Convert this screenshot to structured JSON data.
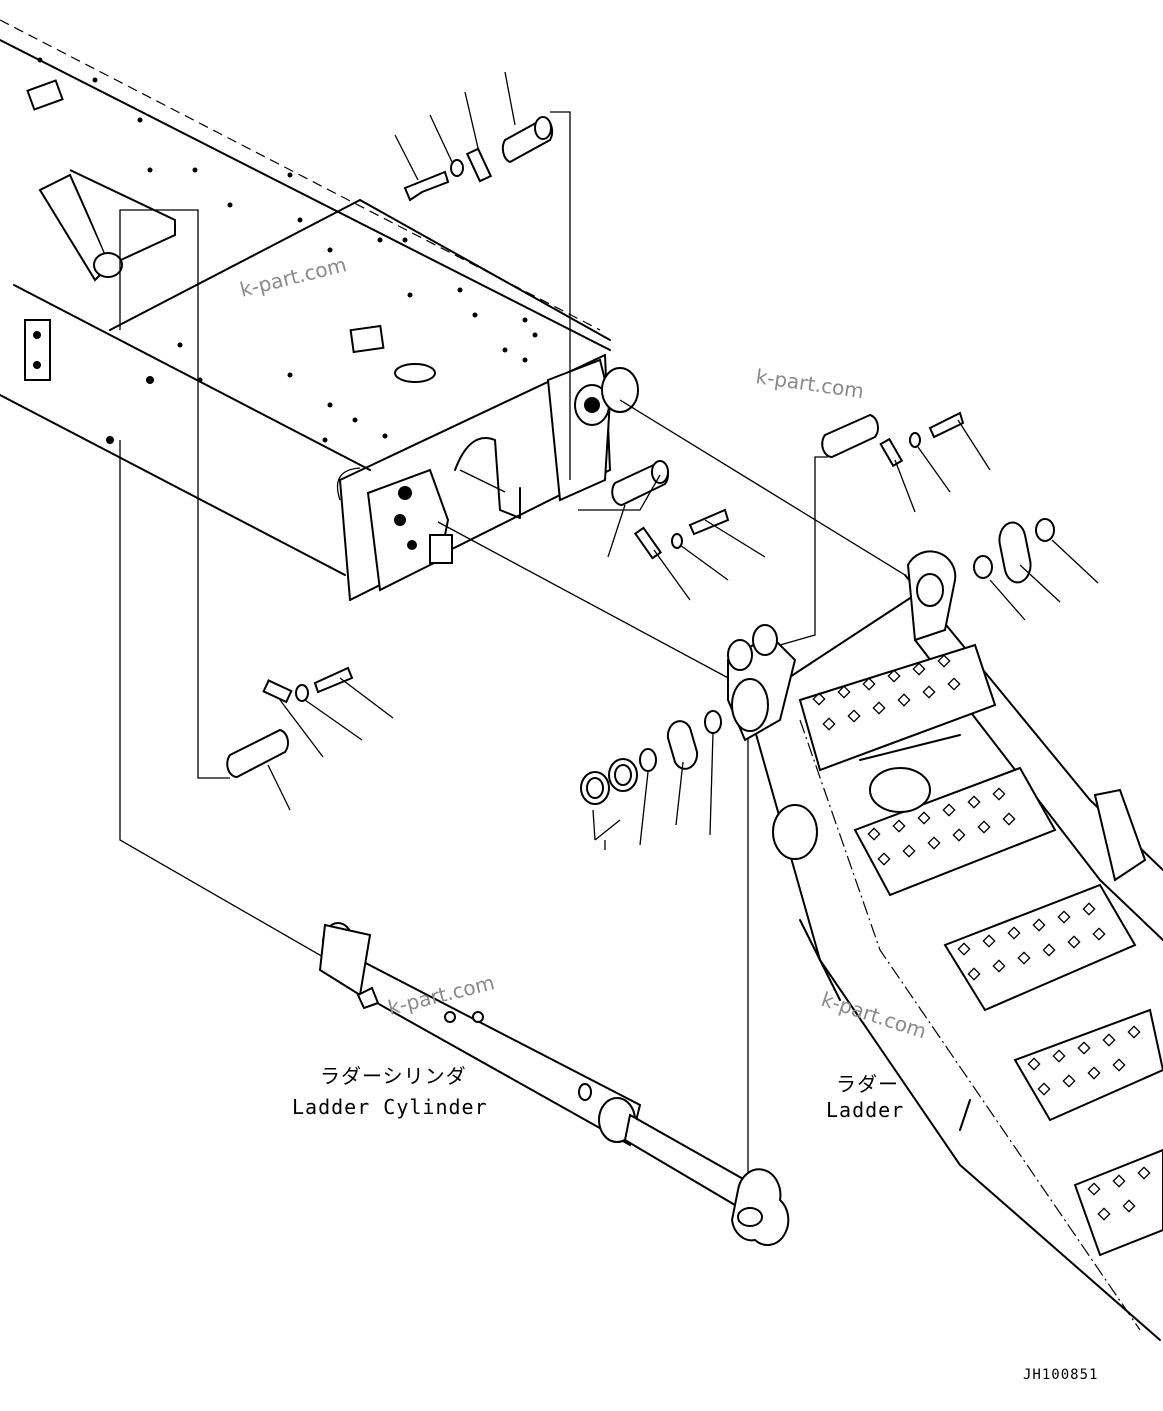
{
  "labels": {
    "ladder_cylinder_jp": "ラダーシリンダ",
    "ladder_cylinder_en": "Ladder Cylinder",
    "ladder_jp": "ラダー",
    "ladder_en": "Ladder"
  },
  "watermarks": [
    "k-part.com",
    "k-part.com",
    "k-part.com",
    "k-part.com"
  ],
  "drawing_code": "JH100851"
}
